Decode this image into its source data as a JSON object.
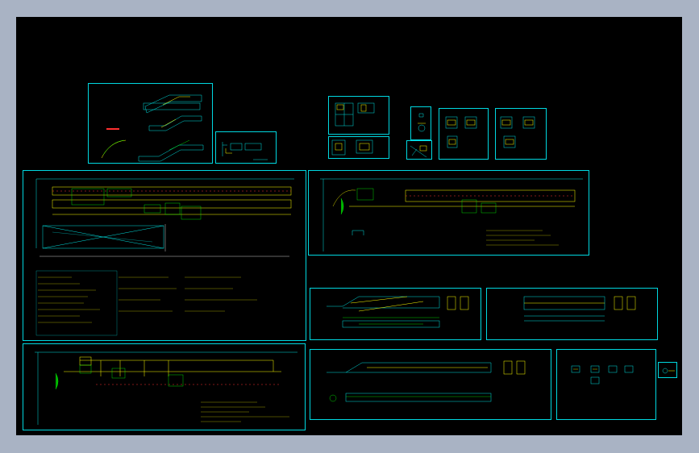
{
  "viewer": {
    "background_color": "#a9b3c4",
    "canvas_color": "#000000",
    "frame_color": "#00d8e0",
    "line_colors": [
      "#00e0e0",
      "#ffff00",
      "#00ff00",
      "#ff3030",
      "#ffffff"
    ]
  },
  "sheets": [
    {
      "id": "s1",
      "title": "",
      "icon": "escalator-perspective-icon"
    },
    {
      "id": "s2",
      "title": "",
      "icon": "stair-detail-icon"
    },
    {
      "id": "s3",
      "title": "",
      "icon": "section-detail-icon"
    },
    {
      "id": "s4",
      "title": "",
      "icon": "compass-icon"
    },
    {
      "id": "s5",
      "title": "",
      "icon": "equipment-detail-icon"
    },
    {
      "id": "s6",
      "title": "",
      "icon": "equipment-detail-icon"
    },
    {
      "id": "s7",
      "title": "",
      "icon": "conveyor-plan-icon"
    },
    {
      "id": "s8",
      "title": "",
      "icon": "conveyor-plan-icon"
    },
    {
      "id": "s9",
      "title": "",
      "icon": "conveyor-elevation-icon"
    },
    {
      "id": "s10",
      "title": "",
      "icon": "conveyor-elevation-icon"
    },
    {
      "id": "s11",
      "title": "",
      "icon": "conveyor-plan-icon"
    },
    {
      "id": "s12",
      "title": "",
      "icon": "conveyor-elevation-icon"
    },
    {
      "id": "s13",
      "title": "",
      "icon": "legend-icon"
    }
  ]
}
